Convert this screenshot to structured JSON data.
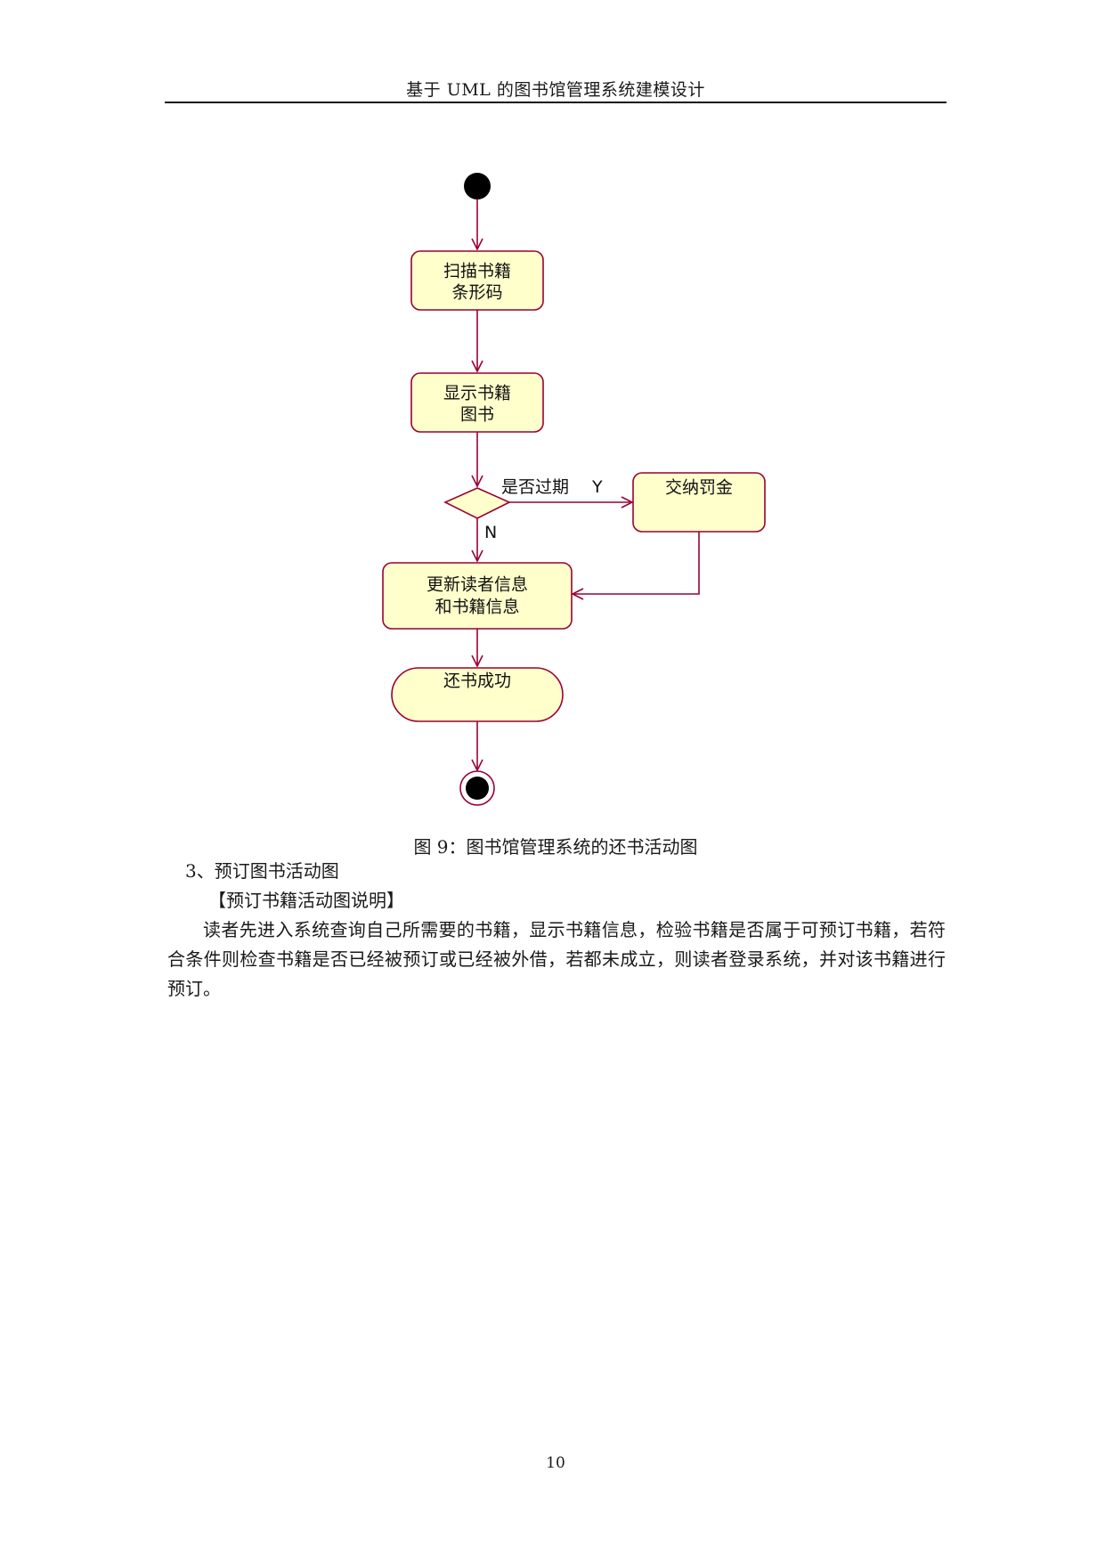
{
  "header": {
    "title": "基于 UML 的图书馆管理系统建模设计"
  },
  "diagram": {
    "nodes": {
      "scan": [
        "扫描书籍",
        "条形码"
      ],
      "display": [
        "显示书籍",
        "图书"
      ],
      "fine": [
        "交纳罚金"
      ],
      "update": [
        "更新读者信息",
        "和书籍信息"
      ],
      "success": [
        "还书成功"
      ]
    },
    "guards": {
      "question": "是否过期",
      "yes": "Y",
      "no": "N"
    },
    "colors": {
      "node_fill": "#ffffcc",
      "node_stroke": "#990033",
      "edge": "#990033",
      "start_fill": "#000000"
    }
  },
  "caption": "图 9：图书馆管理系统的还书活动图",
  "section": {
    "heading": "3、预订图书活动图",
    "subheading": "【预订书籍活动图说明】",
    "body": "读者先进入系统查询自己所需要的书籍，显示书籍信息，检验书籍是否属于可预订书籍，若符合条件则检查书籍是否已经被预订或已经被外借，若都未成立，则读者登录系统，并对该书籍进行预订。"
  },
  "footer": {
    "page_number": "10"
  }
}
